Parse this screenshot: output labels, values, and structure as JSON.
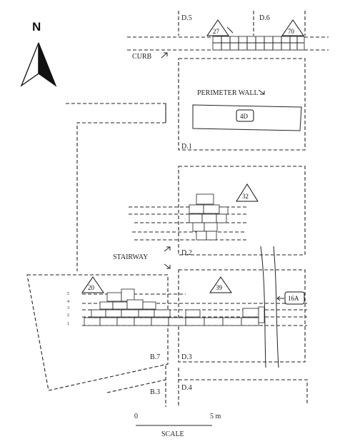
{
  "north": {
    "letter": "N"
  },
  "units": {
    "d5": "D.5",
    "d6": "D.6",
    "d1": "D.1",
    "d2": "D.2",
    "d3": "D.3",
    "d4": "D.4",
    "b7": "B.7",
    "b3": "B.3"
  },
  "labels": {
    "curb": "CURB",
    "perimeter_wall": "PERIMETER WALL",
    "stairway": "STAIRWAY"
  },
  "feature_markers": {
    "f27": "27",
    "f70": "70",
    "f32": "32",
    "f39": "39",
    "f20": "20"
  },
  "boxed_markers": {
    "f4d": "4D",
    "f16a": "16A"
  },
  "step_numbers": [
    "5",
    "4",
    "3",
    "2",
    "1"
  ],
  "scale": {
    "start": "0",
    "end": "5 m",
    "title": "SCALE"
  }
}
